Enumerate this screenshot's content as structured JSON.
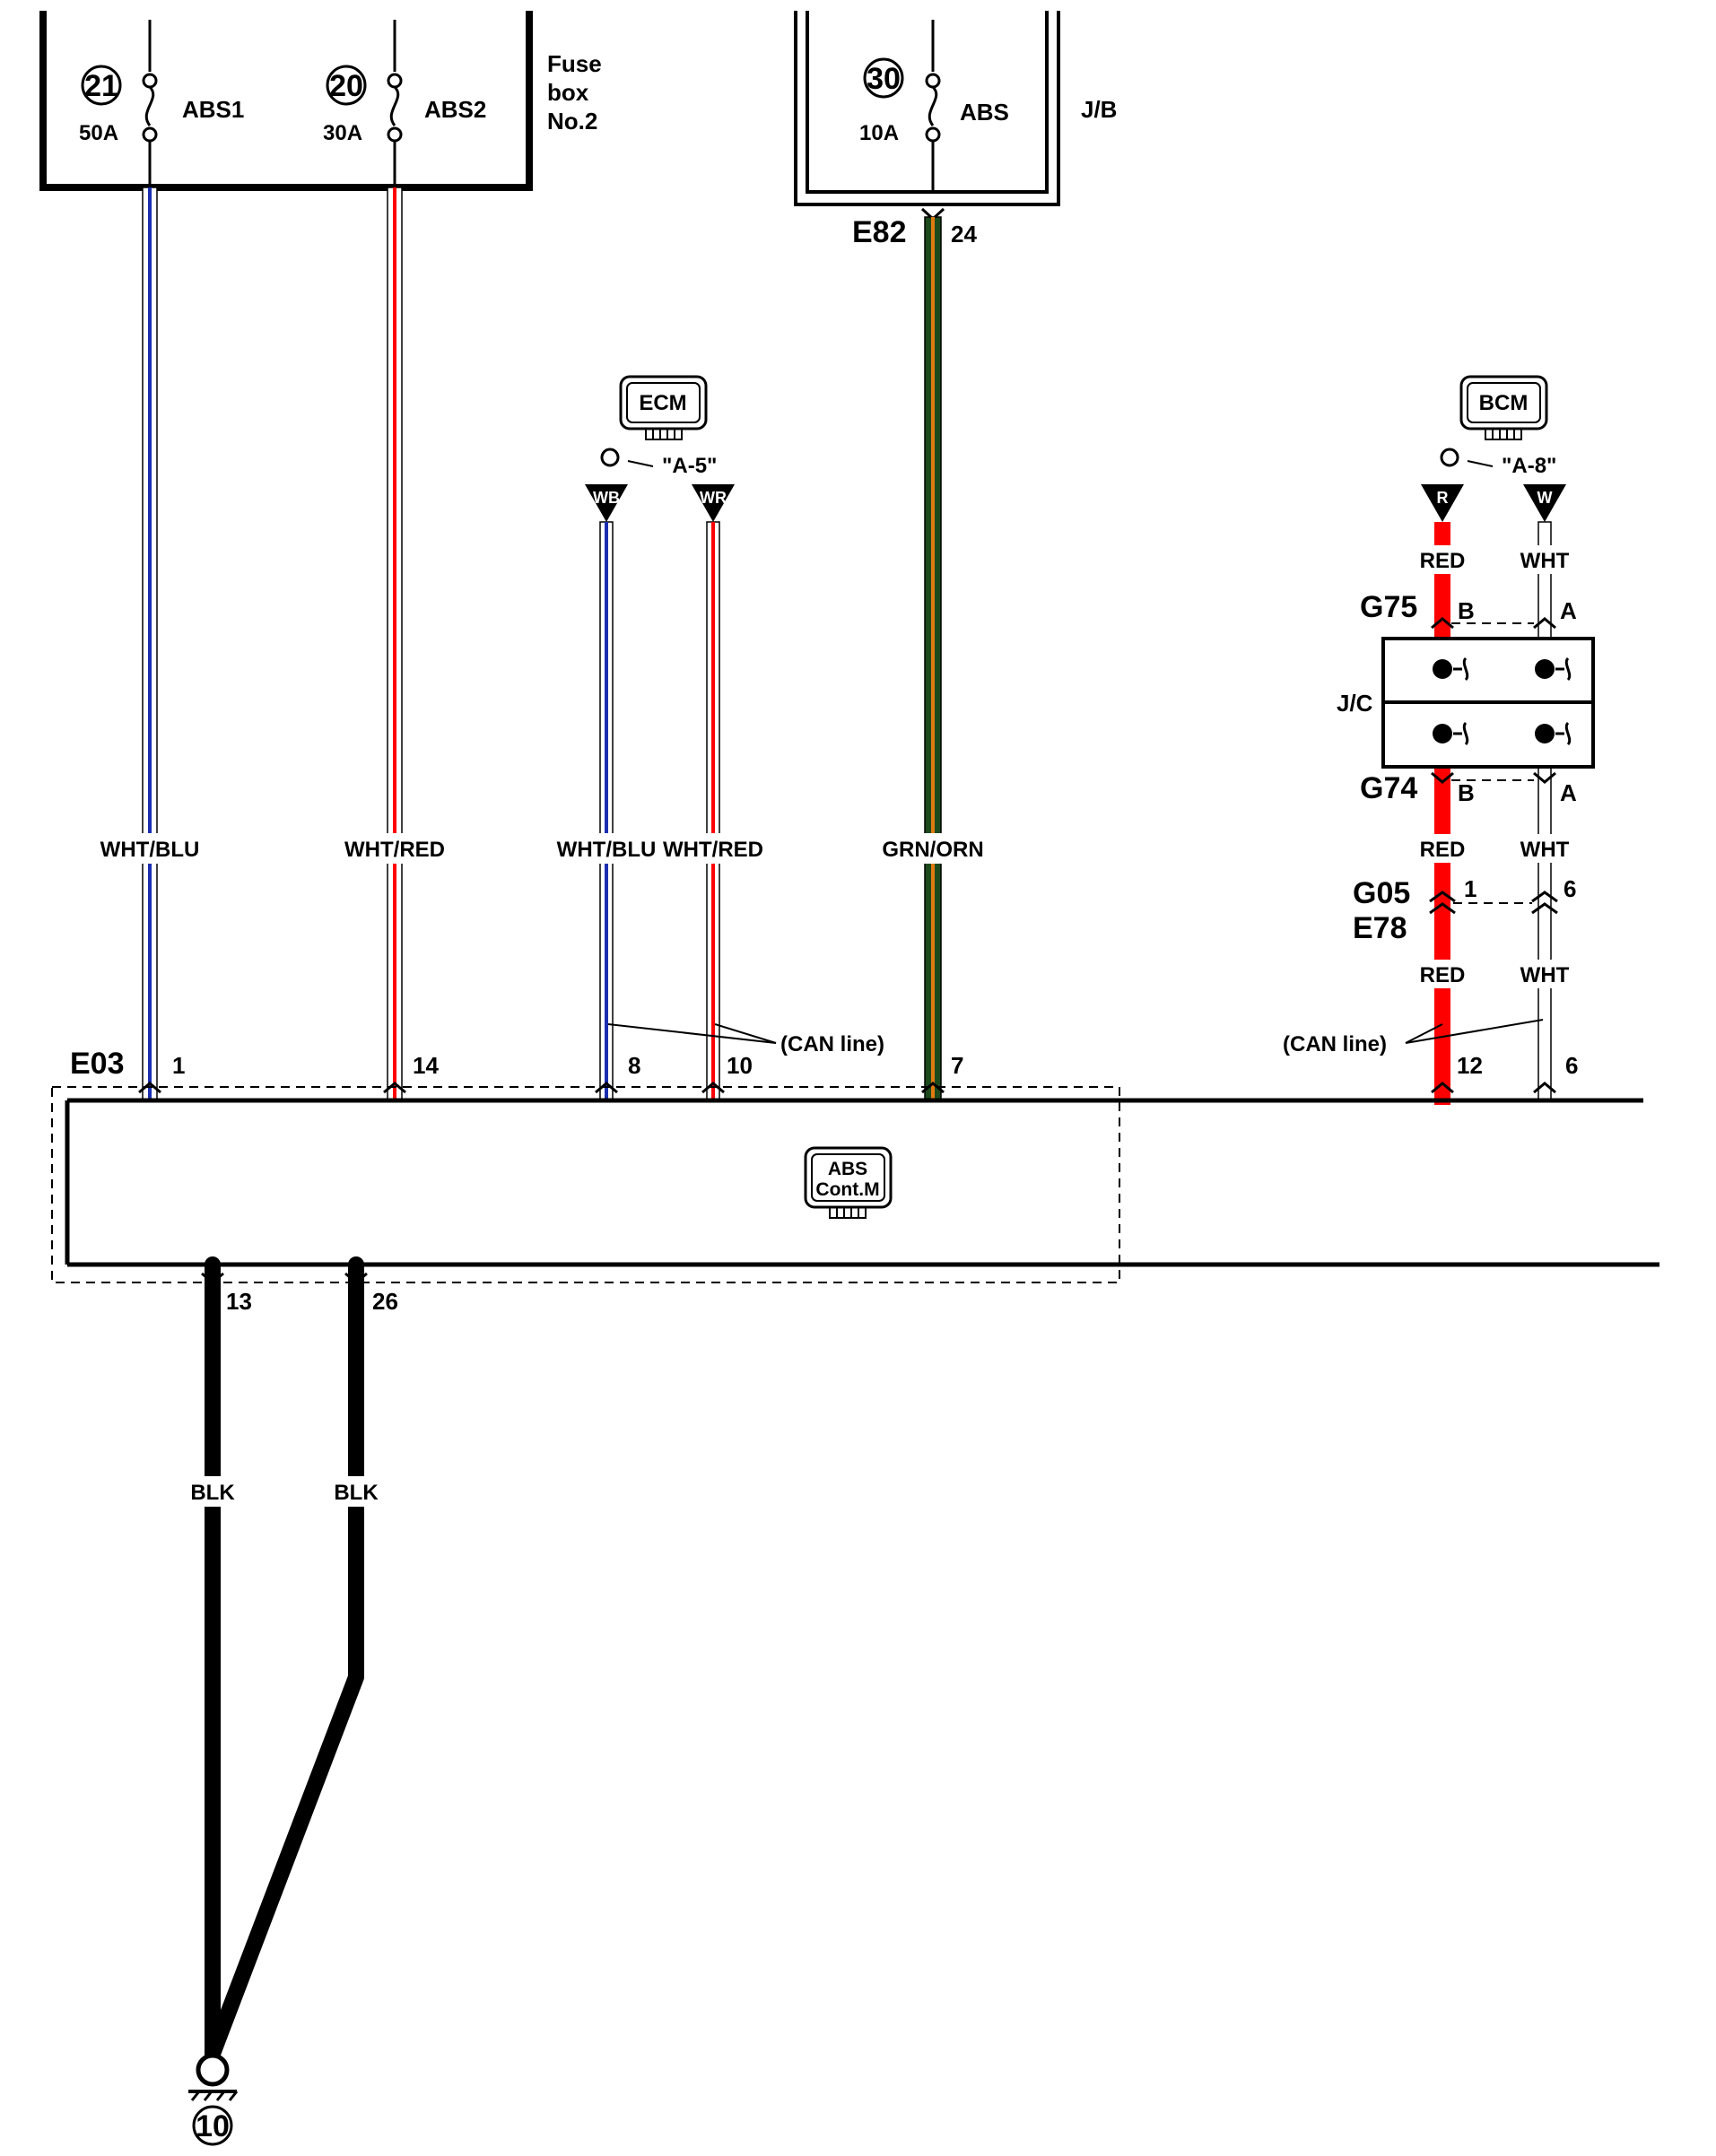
{
  "fuse_box_2": {
    "name": "Fuse\nbox\nNo.2",
    "name_lines": [
      "Fuse",
      "box",
      "No.2"
    ],
    "fuses": [
      {
        "number": "21",
        "label": "ABS1",
        "rating": "50A"
      },
      {
        "number": "20",
        "label": "ABS2",
        "rating": "30A"
      }
    ]
  },
  "junction_block": {
    "name": "J/B",
    "fuse": {
      "number": "30",
      "label": "ABS",
      "rating": "10A"
    },
    "connector": "E82",
    "pin": "24"
  },
  "modules": {
    "ecm": {
      "name": "ECM",
      "ref": "\"A-5\"",
      "terminals": [
        "WB",
        "WR"
      ]
    },
    "bcm": {
      "name": "BCM",
      "ref": "\"A-8\"",
      "terminals": [
        "R",
        "W"
      ]
    },
    "abs": {
      "name_lines": [
        "ABS",
        "Cont.M"
      ]
    }
  },
  "joint_connector": {
    "name": "J/C",
    "upper": {
      "connector": "G75",
      "pins": [
        "B",
        "A"
      ]
    },
    "lower": {
      "connector": "G74",
      "pins": [
        "B",
        "A"
      ]
    }
  },
  "inline_connector": {
    "connectors": [
      "G05",
      "E78"
    ],
    "pins": [
      "1",
      "6"
    ]
  },
  "abs_connector": {
    "name": "E03",
    "top_pins": [
      "1",
      "14",
      "8",
      "10",
      "7",
      "12",
      "6"
    ],
    "bottom_pins": [
      "13",
      "26"
    ]
  },
  "wires": {
    "abs1": "WHT/BLU",
    "abs2": "WHT/RED",
    "can_h": "WHT/BLU",
    "can_l": "WHT/RED",
    "ign": "GRN/ORN",
    "bcm_r_1": "RED",
    "bcm_w_1": "WHT",
    "bcm_r_2": "RED",
    "bcm_w_2": "WHT",
    "bcm_r_3": "RED",
    "bcm_w_3": "WHT",
    "gnd1": "BLK",
    "gnd2": "BLK"
  },
  "can_line_label": "(CAN line)",
  "ground": {
    "number": "10"
  },
  "colors": {
    "wht": "#ffffff",
    "blu": "#1a2fb0",
    "red": "#ff0000",
    "grn": "#1c4a1c",
    "orn": "#e07a10",
    "blk": "#000000"
  }
}
